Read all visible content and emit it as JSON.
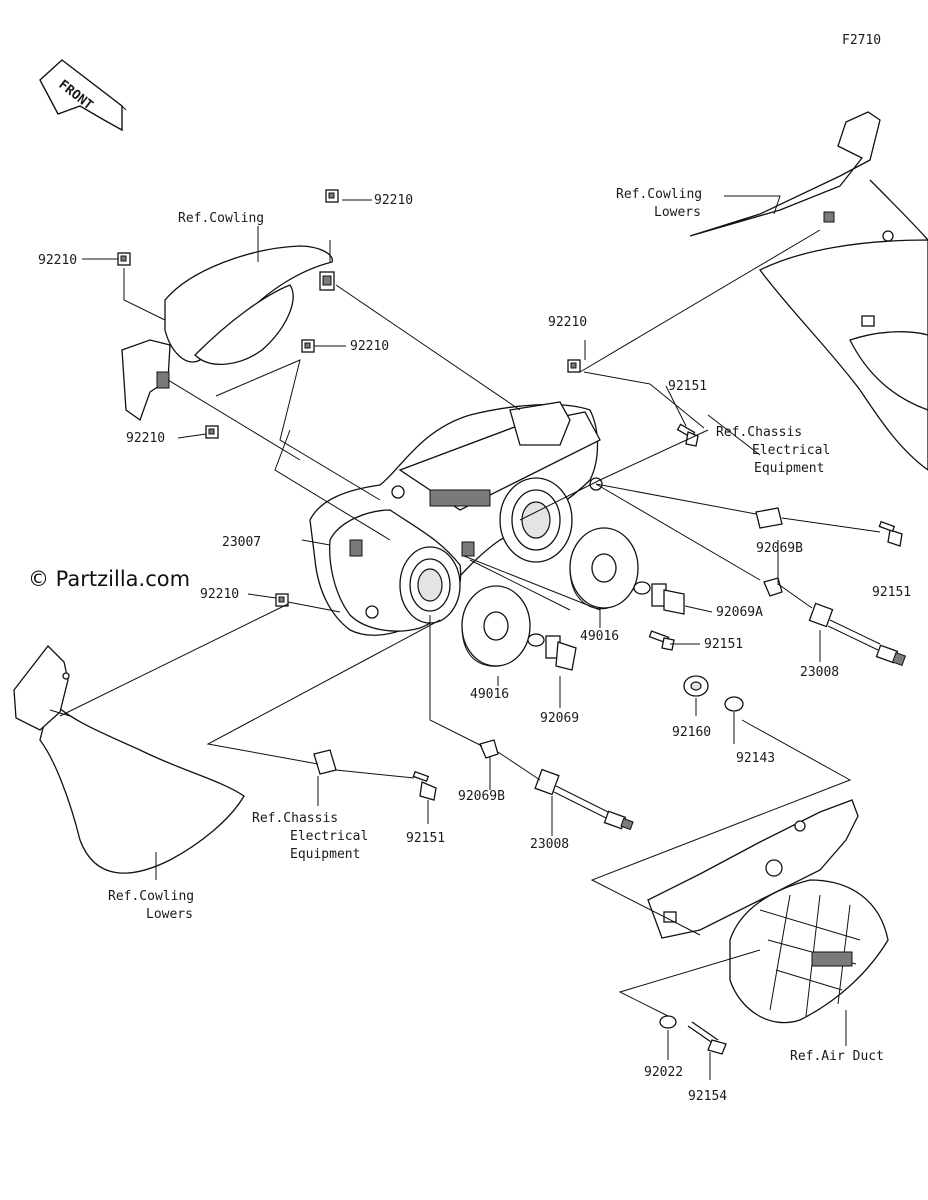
{
  "figure_code": "F2710",
  "front_label": "FRONT",
  "watermark": "© Partzilla.com",
  "callouts": {
    "c92210_a": "92210",
    "c92210_b": "92210",
    "c92210_c": "92210",
    "c92210_d": "92210",
    "c92210_e": "92210",
    "c92210_f": "92210",
    "c92151_a": "92151",
    "c92151_b": "92151",
    "c92151_c": "92151",
    "c92151_d": "92151",
    "c23007": "23007",
    "c92069B_a": "92069B",
    "c92069B_b": "92069B",
    "c92069A": "92069A",
    "c23008_a": "23008",
    "c23008_b": "23008",
    "c49016_a": "49016",
    "c49016_b": "49016",
    "c92069": "92069",
    "c92160": "92160",
    "c92143": "92143",
    "c92022": "92022",
    "c92154": "92154"
  },
  "refs": {
    "cowling": "Ref.Cowling",
    "cowling_lowers_top_1": "Ref.Cowling",
    "cowling_lowers_top_2": "Lowers",
    "chassis_right_1": "Ref.Chassis",
    "chassis_right_2": "Electrical",
    "chassis_right_3": "Equipment",
    "chassis_left_1": "Ref.Chassis",
    "chassis_left_2": "Electrical",
    "chassis_left_3": "Equipment",
    "cowling_lowers_bottom_1": "Ref.Cowling",
    "cowling_lowers_bottom_2": "Lowers",
    "air_duct": "Ref.Air Duct"
  }
}
